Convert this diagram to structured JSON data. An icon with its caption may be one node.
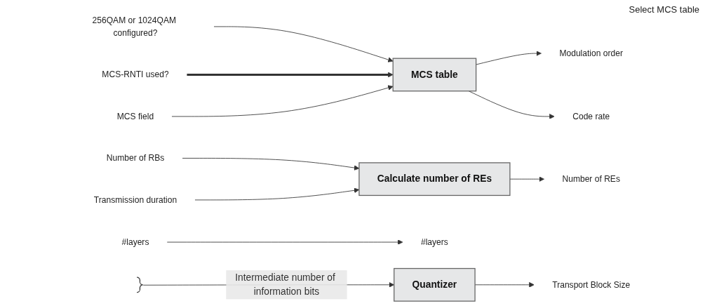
{
  "diagram": {
    "nodes": [
      {
        "text": [
          "256QAM or 1024QAM configured?"
        ]
      },
      {
        "text": [
          "MCS-RNTI used?"
        ]
      },
      {
        "text": [
          "MCS field"
        ]
      },
      {
        "text": [
          "MCS table"
        ]
      },
      {
        "text": [
          "Modulation order"
        ]
      },
      {
        "text": [
          "Code rate"
        ]
      },
      {
        "text": [
          "Number of RBs"
        ]
      },
      {
        "text": [
          "Transmission duration"
        ]
      },
      {
        "text": [
          "Calculate number of REs"
        ]
      },
      {
        "text": [
          "Number of REs"
        ]
      },
      {
        "text": [
          "#layers"
        ]
      },
      {
        "text": [
          "#layers"
        ]
      },
      {
        "text": [],
        "shape": "bar"
      },
      {
        "text": [
          "Quantizer"
        ]
      },
      {
        "text": [
          "Transport Block Size"
        ]
      }
    ],
    "edges": [
      {
        "from": 0,
        "to": 3,
        "arrow": "to"
      },
      {
        "from": 1,
        "to": 3,
        "arrow": "to",
        "style": "thick"
      },
      {
        "from": 2,
        "to": 3,
        "arrow": "to"
      },
      {
        "from": 3,
        "to": 4,
        "arrow": "to"
      },
      {
        "from": 3,
        "to": 5,
        "arrow": "to"
      },
      {
        "from": 6,
        "to": 8,
        "arrow": "to"
      },
      {
        "from": 7,
        "to": 8,
        "arrow": "to"
      },
      {
        "from": 8,
        "to": 9,
        "arrow": "to"
      },
      {
        "from": 10,
        "to": 11,
        "arrow": "to"
      },
      {
        "from": 12,
        "to": 13,
        "arrow": "to",
        "label": "Intermediate number of information bits"
      },
      {
        "from": 13,
        "to": 14,
        "arrow": "to"
      }
    ],
    "labels": [
      "Select MCS table"
    ]
  }
}
